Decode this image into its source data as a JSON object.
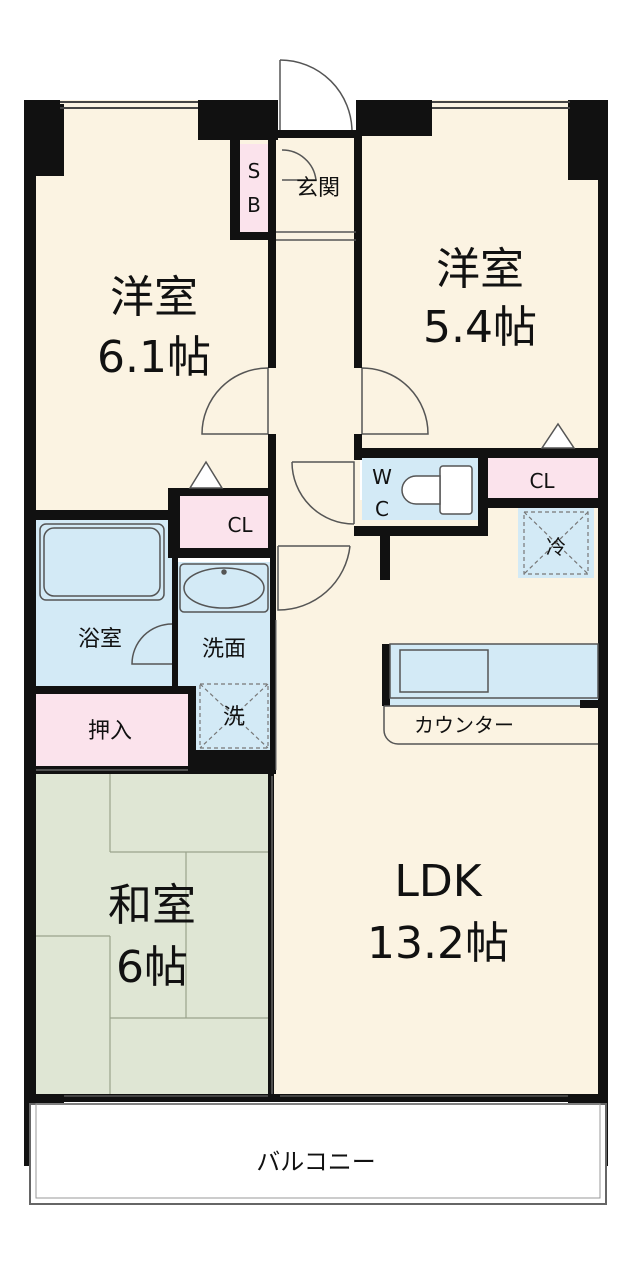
{
  "colors": {
    "wall": "#111111",
    "room_floor": "#fbf3e2",
    "wet_area": "#d3eaf6",
    "closet": "#fbe3ec",
    "tatami": "#dfe6d4",
    "balcony": "#ffffff",
    "line": "#555555"
  },
  "rooms": {
    "western_left": {
      "name": "洋室",
      "size": "6.1帖"
    },
    "western_right": {
      "name": "洋室",
      "size": "5.4帖"
    },
    "japanese": {
      "name": "和室",
      "size": "6帖"
    },
    "ldk": {
      "name": "LDK",
      "size": "13.2帖"
    }
  },
  "labels": {
    "entrance": "玄関",
    "shoe_box_top": "S",
    "shoe_box_bottom": "B",
    "wc_top": "W",
    "wc_bottom": "C",
    "closet_right": "CL",
    "closet_left": "CL",
    "refrigerator": "冷",
    "bath": "浴室",
    "washroom": "洗面",
    "washer": "洗",
    "oshiire": "押入",
    "counter": "カウンター",
    "balcony": "バルコニー"
  }
}
